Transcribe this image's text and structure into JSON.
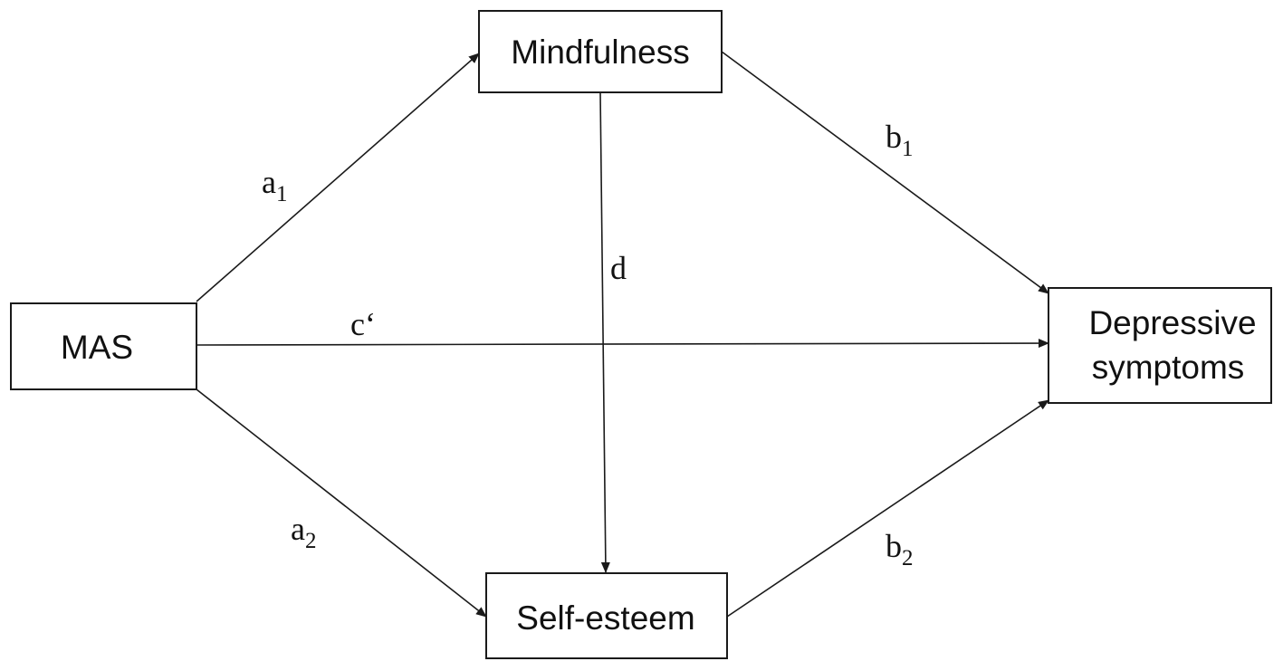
{
  "diagram": {
    "nodes": {
      "mas": {
        "label": "MAS"
      },
      "mindfulness": {
        "label": "Mindfulness"
      },
      "self_esteem": {
        "label": "Self-esteem"
      },
      "depressive": {
        "line1": "Depressive",
        "line2": "symptoms"
      }
    },
    "paths": {
      "a1": {
        "letter": "a",
        "sub": "1"
      },
      "a2": {
        "letter": "a",
        "sub": "2"
      },
      "b1": {
        "letter": "b",
        "sub": "1"
      },
      "b2": {
        "letter": "b",
        "sub": "2"
      },
      "c_prime": {
        "letter": "c‘"
      },
      "d": {
        "letter": "d"
      }
    },
    "edges": [
      {
        "from": "MAS",
        "to": "Mindfulness",
        "label": "a1"
      },
      {
        "from": "MAS",
        "to": "Self-esteem",
        "label": "a2"
      },
      {
        "from": "MAS",
        "to": "Depressive symptoms",
        "label": "c‘"
      },
      {
        "from": "Mindfulness",
        "to": "Self-esteem",
        "label": "d"
      },
      {
        "from": "Mindfulness",
        "to": "Depressive symptoms",
        "label": "b1"
      },
      {
        "from": "Self-esteem",
        "to": "Depressive symptoms",
        "label": "b2"
      }
    ],
    "colors": {
      "stroke": "#1a1a1a",
      "text": "#111111",
      "background": "#ffffff"
    }
  }
}
